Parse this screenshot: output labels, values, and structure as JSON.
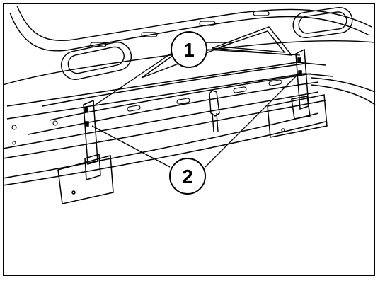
{
  "diagram": {
    "callouts": [
      {
        "id": "callout-1",
        "label": "1"
      },
      {
        "id": "callout-2",
        "label": "2"
      }
    ],
    "colors": {
      "ink": "#000000",
      "paper": "#ffffff"
    }
  }
}
